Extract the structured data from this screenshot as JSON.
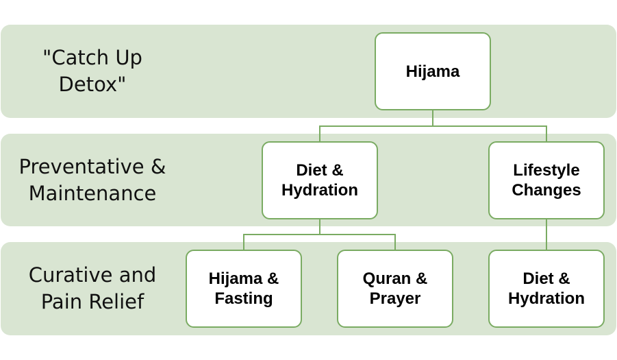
{
  "bands": [
    {
      "label": "\"Catch Up\nDetox\""
    },
    {
      "label": "Preventative &\nMaintenance"
    },
    {
      "label": "Curative and\nPain Relief"
    }
  ],
  "nodes": {
    "root": "Hijama",
    "diet_hydration_mid": "Diet &\nHydration",
    "lifestyle": "Lifestyle\nChanges",
    "hijama_fasting": "Hijama &\nFasting",
    "quran_prayer": "Quran &\nPrayer",
    "diet_hydration_low": "Diet &\nHydration"
  },
  "colors": {
    "band_fill": "#d9e5d2",
    "node_border": "#7aab62",
    "connector": "#7aab62"
  }
}
